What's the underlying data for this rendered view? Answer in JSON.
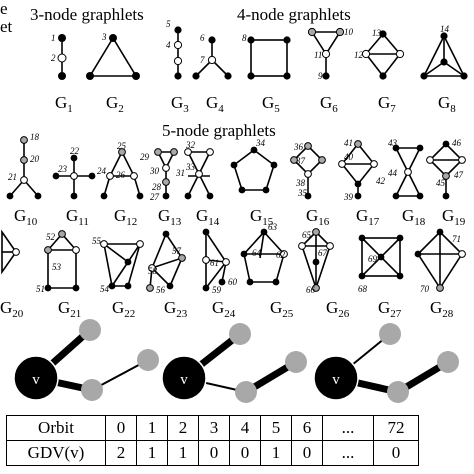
{
  "headings": {
    "left_fragment_1": "e",
    "left_fragment_2": "et",
    "three_node": "3-node graphlets",
    "four_node": "4-node graphlets",
    "five_node": "5-node graphlets"
  },
  "graphlet_labels": [
    {
      "letter": "G",
      "sub": "1"
    },
    {
      "letter": "G",
      "sub": "2"
    },
    {
      "letter": "G",
      "sub": "3"
    },
    {
      "letter": "G",
      "sub": "4"
    },
    {
      "letter": "G",
      "sub": "5"
    },
    {
      "letter": "G",
      "sub": "6"
    },
    {
      "letter": "G",
      "sub": "7"
    },
    {
      "letter": "G",
      "sub": "8"
    },
    {
      "letter": "G",
      "sub": "10"
    },
    {
      "letter": "G",
      "sub": "11"
    },
    {
      "letter": "G",
      "sub": "12"
    },
    {
      "letter": "G",
      "sub": "13"
    },
    {
      "letter": "G",
      "sub": "14"
    },
    {
      "letter": "G",
      "sub": "15"
    },
    {
      "letter": "G",
      "sub": "16"
    },
    {
      "letter": "G",
      "sub": "17"
    },
    {
      "letter": "G",
      "sub": "18"
    },
    {
      "letter": "G",
      "sub": "19"
    },
    {
      "letter": "G",
      "sub": "20"
    },
    {
      "letter": "G",
      "sub": "21"
    },
    {
      "letter": "G",
      "sub": "22"
    },
    {
      "letter": "G",
      "sub": "23"
    },
    {
      "letter": "G",
      "sub": "24"
    },
    {
      "letter": "G",
      "sub": "25"
    },
    {
      "letter": "G",
      "sub": "26"
    },
    {
      "letter": "G",
      "sub": "27"
    },
    {
      "letter": "G",
      "sub": "28"
    }
  ],
  "orbit_numbers": [
    "1",
    "2",
    "3",
    "4",
    "5",
    "6",
    "7",
    "8",
    "9",
    "10",
    "11",
    "12",
    "13",
    "14",
    "18",
    "20",
    "21",
    "22",
    "23",
    "24",
    "25",
    "26",
    "27",
    "28",
    "29",
    "30",
    "31",
    "32",
    "33",
    "34",
    "35",
    "36",
    "37",
    "38",
    "39",
    "40",
    "41",
    "42",
    "43",
    "44",
    "45",
    "46",
    "47",
    "51",
    "52",
    "53",
    "54",
    "55",
    "56",
    "57",
    "58",
    "59",
    "60",
    "61",
    "62",
    "63",
    "64",
    "65",
    "66",
    "67",
    "68",
    "69",
    "70",
    "71"
  ],
  "center_node_label": "v",
  "table": {
    "row1_header": "Orbit",
    "row1": [
      "0",
      "1",
      "2",
      "3",
      "4",
      "5",
      "6",
      "...",
      "72"
    ],
    "row2_header": "GDV(v)",
    "row2": [
      "2",
      "1",
      "1",
      "0",
      "0",
      "1",
      "0",
      "...",
      "0"
    ]
  },
  "colors": {
    "black": "#000000",
    "gray": "#a8a8a8",
    "white": "#ffffff"
  }
}
